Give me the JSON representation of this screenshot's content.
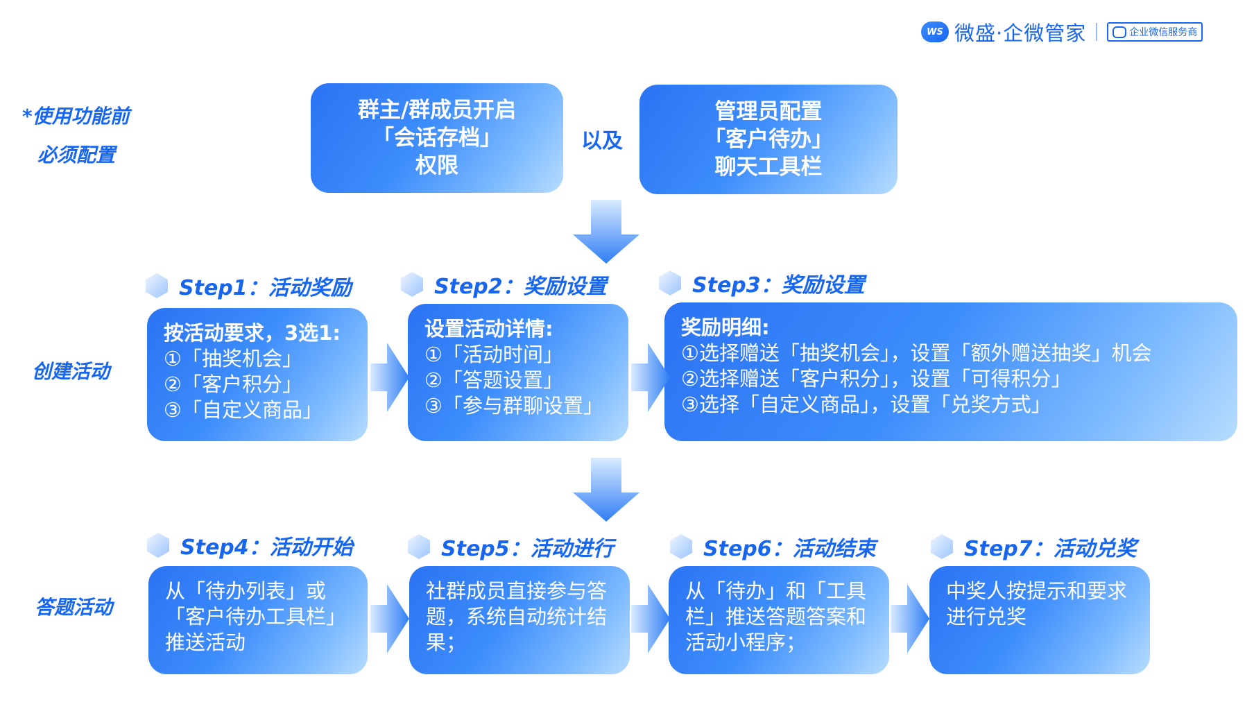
{
  "brand": {
    "badge": "WS",
    "name": "微盛·企微管家",
    "service": "企业微信服务商"
  },
  "labels": {
    "pre_line1": "*使用功能前",
    "pre_line2": "必须配置",
    "create": "创建活动",
    "quiz": "答题活动"
  },
  "prereq": {
    "box1": [
      "群主/群成员开启",
      "「会话存档」",
      "权限"
    ],
    "and": "以及",
    "box2": [
      "管理员配置",
      "「客户待办」",
      "聊天工具栏"
    ]
  },
  "steps": [
    {
      "title": "Step1：活动奖励",
      "head": "按活动要求，3选1:",
      "lines": [
        "①「抽奖机会」",
        "②「客户积分」",
        "③「自定义商品」"
      ]
    },
    {
      "title": "Step2：奖励设置",
      "head": "设置活动详情:",
      "lines": [
        "①「活动时间」",
        "②「答题设置」",
        "③「参与群聊设置」"
      ]
    },
    {
      "title": "Step3：奖励设置",
      "head": "奖励明细:",
      "lines": [
        "①选择赠送「抽奖机会」，设置「额外赠送抽奖」机会",
        "②选择赠送「客户积分」，设置「可得积分」",
        "③选择「自定义商品」，设置「兑奖方式」"
      ]
    },
    {
      "title": "Step4：活动开始",
      "text": "从「待办列表」或「客户待办工具栏」推送活动"
    },
    {
      "title": "Step5：活动进行",
      "text": "社群成员直接参与答题，系统自动统计结果；"
    },
    {
      "title": "Step6：活动结束",
      "text": "从「待办」和「工具栏」推送答题答案和活动小程序；"
    },
    {
      "title": "Step7：活动兑奖",
      "text": "中奖人按提示和要求进行兑奖"
    }
  ],
  "colors": {
    "accent": "#1766f0",
    "box_start": "#2b73f3",
    "box_end": "#b7dcff"
  }
}
